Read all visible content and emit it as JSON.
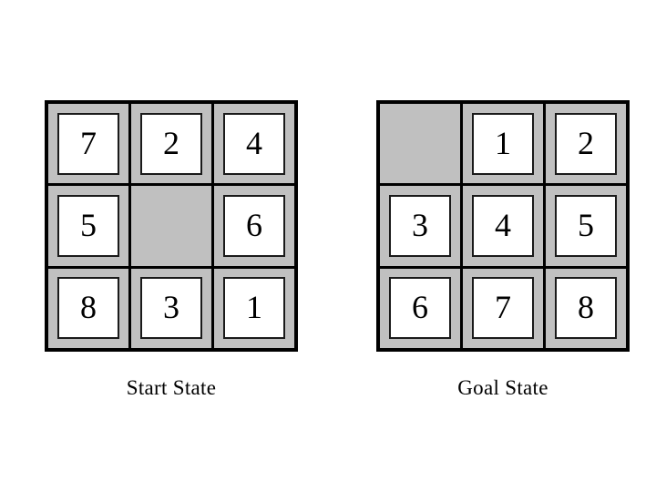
{
  "figure": {
    "type": "sliding-tile-puzzle-diagram",
    "background_color": "#ffffff",
    "tile_face_color": "#ffffff",
    "cell_color": "#c0c0c0",
    "border_color": "#000000",
    "blank_symbol": ""
  },
  "boards": [
    {
      "id": "start",
      "caption": "Start State",
      "rows": 3,
      "columns": 3,
      "cells": [
        {
          "value": "7",
          "blank": false
        },
        {
          "value": "2",
          "blank": false
        },
        {
          "value": "4",
          "blank": false
        },
        {
          "value": "5",
          "blank": false
        },
        {
          "value": "",
          "blank": true
        },
        {
          "value": "6",
          "blank": false
        },
        {
          "value": "8",
          "blank": false
        },
        {
          "value": "3",
          "blank": false
        },
        {
          "value": "1",
          "blank": false
        }
      ]
    },
    {
      "id": "goal",
      "caption": "Goal State",
      "rows": 3,
      "columns": 3,
      "cells": [
        {
          "value": "",
          "blank": true
        },
        {
          "value": "1",
          "blank": false
        },
        {
          "value": "2",
          "blank": false
        },
        {
          "value": "3",
          "blank": false
        },
        {
          "value": "4",
          "blank": false
        },
        {
          "value": "5",
          "blank": false
        },
        {
          "value": "6",
          "blank": false
        },
        {
          "value": "7",
          "blank": false
        },
        {
          "value": "8",
          "blank": false
        }
      ]
    }
  ]
}
